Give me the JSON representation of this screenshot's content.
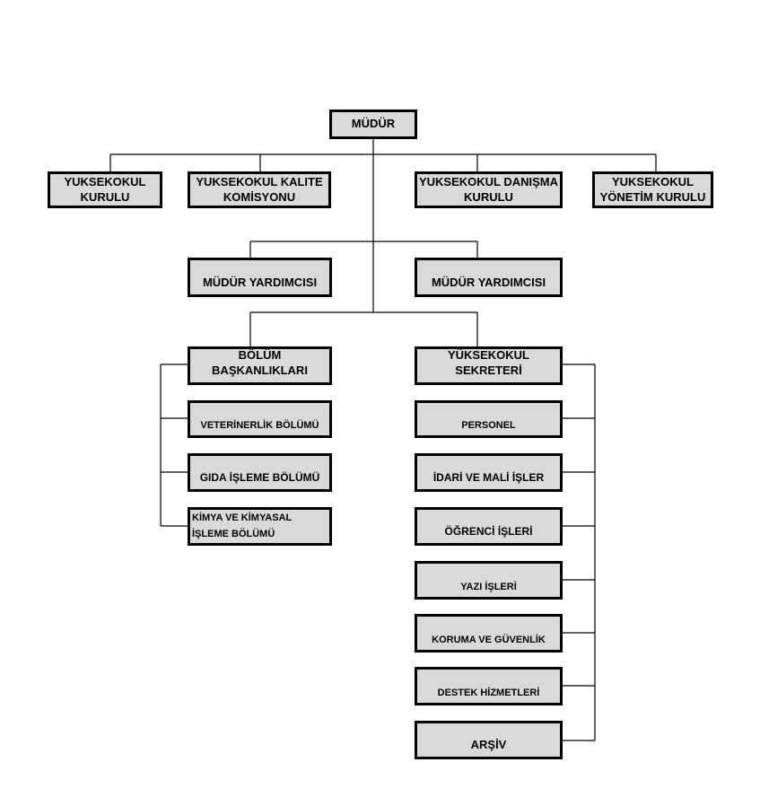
{
  "director": "MÜDÜR",
  "boards": [
    "YUKSEKOKUL\nKURULU",
    "YUKSEKOKUL KALITE\nKOMİSYONU",
    "YUKSEKOKUL DANIŞMA\nKURULU",
    "YUKSEKOKUL\nYÖNETİM KURULU"
  ],
  "deputies": [
    "MÜDÜR YARDIMCISI",
    "MÜDÜR YARDIMCISI"
  ],
  "departments": {
    "head": "BÖLÜM BAŞKANLIKLARI",
    "items": [
      "VETERİNERLİK BÖLÜMÜ",
      "GIDA İŞLEME BÖLÜMÜ",
      "KİMYA VE KİMYASAL\nİŞLEME BÖLÜMÜ"
    ]
  },
  "secretariat": {
    "head": "YÜKSEKOKUL SEKRETERİ",
    "items": [
      "PERSONEL",
      "İDARİ VE MALİ İŞLER",
      "ÖĞRENCİ İŞLERİ",
      "YAZI İŞLERİ",
      "KORUMA VE GÜVENLİK",
      "DESTEK HİZMETLERİ",
      "ARŞİV"
    ]
  }
}
